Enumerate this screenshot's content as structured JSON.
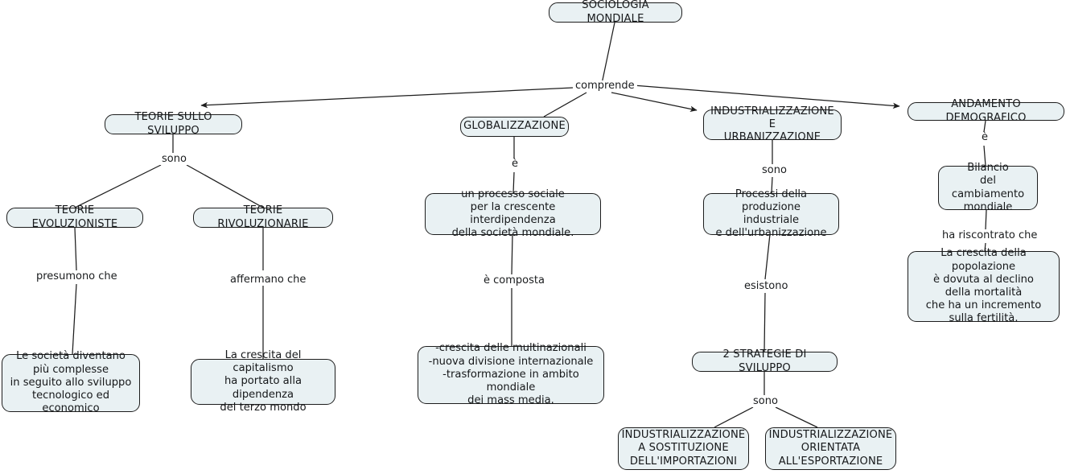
{
  "map": {
    "title": "SOCIOLOGIA MONDIALE",
    "accent_fill": "#e9f1f3",
    "stroke": "#1d1d1d",
    "background": "#ffffff"
  },
  "nodes": {
    "root": "SOCIOLOGIA MONDIALE",
    "teorie_sviluppo": "TEORIE SULLO SVILUPPO",
    "globalizzazione": "GLOBALIZZAZIONE",
    "industrializzazione": "INDUSTRIALIZZAZIONE E\nURBANIZZAZIONE",
    "andamento": "ANDAMENTO DEMOGRAFICO",
    "teorie_evoluzioniste": "TEORIE EVOLUZIONISTE",
    "teorie_rivoluzionarie": "TEORIE RIVOLUZIONARIE",
    "societa_complesse": "Le società diventano\npiù complesse\nin seguito allo sviluppo\ntecnologico ed economico",
    "crescita_capitalismo": "La crescita del capitalismo\nha portato alla dipendenza\ndel terzo mondo",
    "processo_sociale": "un processo sociale\nper la crescente interdipendenza\ndella società mondiale.",
    "composizione": "-crescita delle multinazionali\n-nuova divisione internazionale\n-trasformazione in ambito mondiale\ndei mass media.",
    "processi_produzione": "Processi della produzione\nindustriale\ne dell'urbanizzazione",
    "strategie": "2 STRATEGIE DI SVILUPPO",
    "ind_sostituzione": "INDUSTRIALIZZAZIONE\nA SOSTITUZIONE\nDELL'IMPORTAZIONI",
    "ind_orientata": "INDUSTRIALIZZAZIONE\nORIENTATA\nALL'ESPORTAZIONE",
    "bilancio": "Bilancio\ndel cambiamento\nmondiale",
    "crescita_popolazione": "La crescita della popolazione\nè dovuta al declino\ndella mortalità\nche ha un incremento\nsulla fertilità."
  },
  "link_labels": {
    "comprende": "comprende",
    "sono_teorie": "sono",
    "presumono_che": "presumono che",
    "affermano_che": "affermano che",
    "e_glob": "è",
    "e_composta": "è composta",
    "sono_industrial": "sono",
    "esistono": "esistono",
    "sono_strategie": "sono",
    "e_demo": "è",
    "ha_riscontrato_che": "ha riscontrato che"
  }
}
